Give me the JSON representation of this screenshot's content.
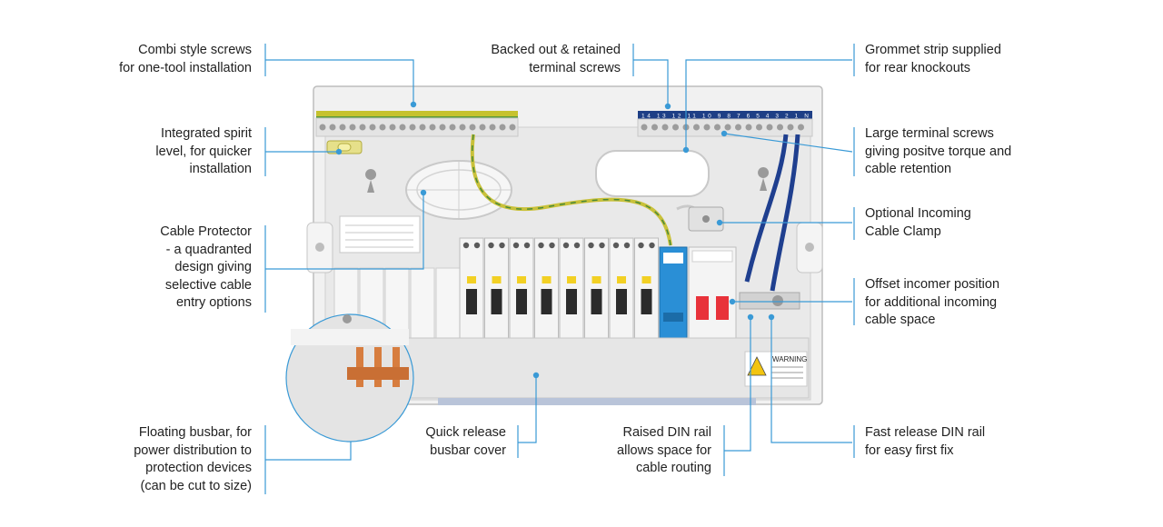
{
  "colors": {
    "accent": "#3a9ad6",
    "enclosure": "#ececec",
    "enclosure_edge": "#b8b8b8",
    "breaker_body": "#f4f4f4",
    "spd_blue": "#2a8fd6",
    "switch_red": "#e8323a",
    "busbar_copper": "#d77d3f",
    "cable_blue": "#1f3f8f",
    "earth_yellow": "#c9c13a",
    "earth_green": "#4a8a3a",
    "text": "#222222"
  },
  "labels": {
    "combi_screws": "Combi style screws\nfor one-tool installation",
    "backed_out": "Backed out & retained\nterminal screws",
    "grommet": "Grommet strip supplied\nfor rear knockouts",
    "spirit_level": "Integrated spirit\nlevel, for quicker\ninstallation",
    "large_screws": "Large terminal screws\ngiving positve torque and\ncable retention",
    "cable_protector": "Cable Protector\n- a quadranted\ndesign giving\nselective cable\nentry options",
    "incoming_clamp": "Optional Incoming\nCable Clamp",
    "offset_incomer": "Offset incomer position\nfor additional incoming\ncable space",
    "floating_busbar": "Floating busbar, for\npower distribution to\nprotection devices\n(can be cut to size)",
    "quick_release": "Quick release\nbusbar cover",
    "raised_din": "Raised DIN rail\nallows space for\ncable routing",
    "fast_release": "Fast release DIN rail\nfor easy first fix"
  },
  "unit": {
    "warning_title": "WARNING",
    "terminal_numbers": "14 13 12 11 10 9 8 7 6 5 4 3 2 1 N"
  }
}
